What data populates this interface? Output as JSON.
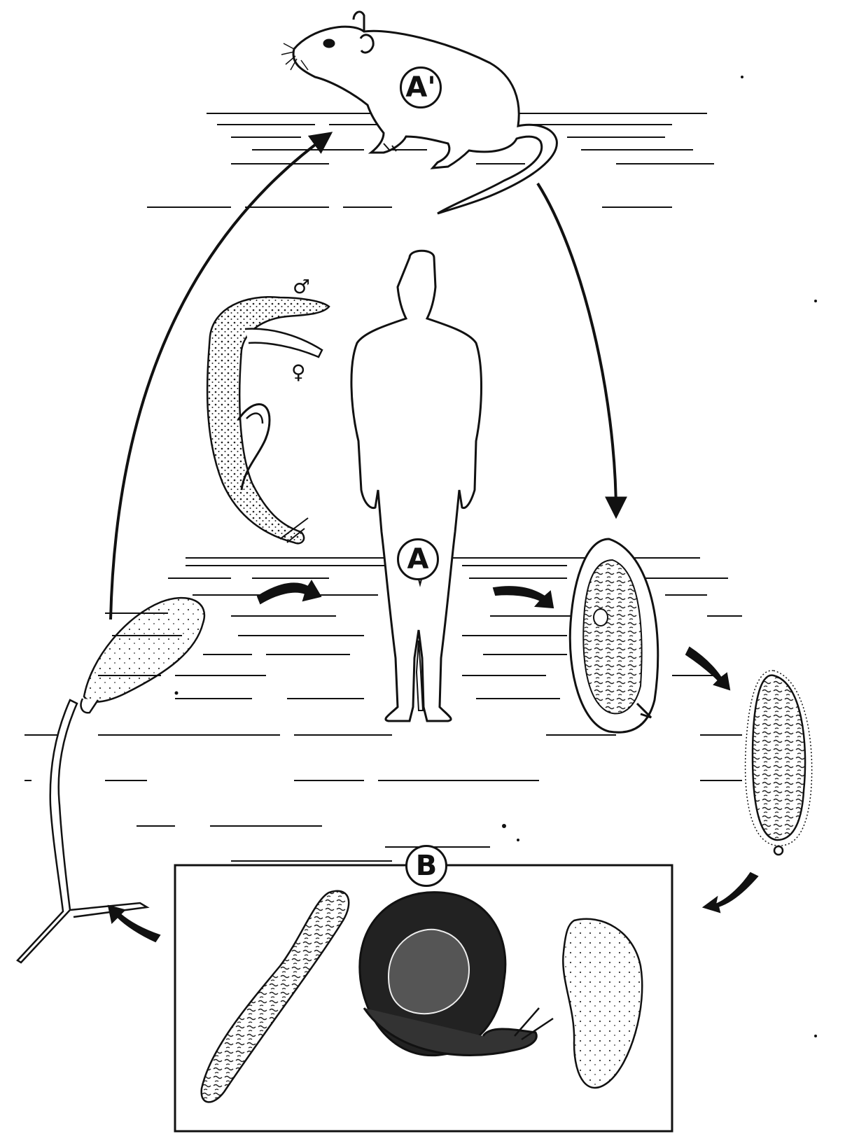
{
  "labels": {
    "definitive_host_reservoir": "A'",
    "definitive_host_human": "A",
    "intermediate_host": "B"
  },
  "symbols": {
    "male": "♂",
    "female": "♀"
  },
  "icons": {
    "rodent": "rodent-icon",
    "human": "human-silhouette-icon",
    "adult_worms": "adult-worm-pair-icon",
    "egg": "egg-icon",
    "miracidium": "miracidium-icon",
    "snail": "snail-icon",
    "sporocyst_mother": "mother-sporocyst-icon",
    "sporocyst_daughter": "daughter-sporocyst-icon",
    "cercaria": "cercaria-icon",
    "arrow": "arrow-icon"
  },
  "colors": {
    "ink": "#111111",
    "paper": "#ffffff"
  }
}
